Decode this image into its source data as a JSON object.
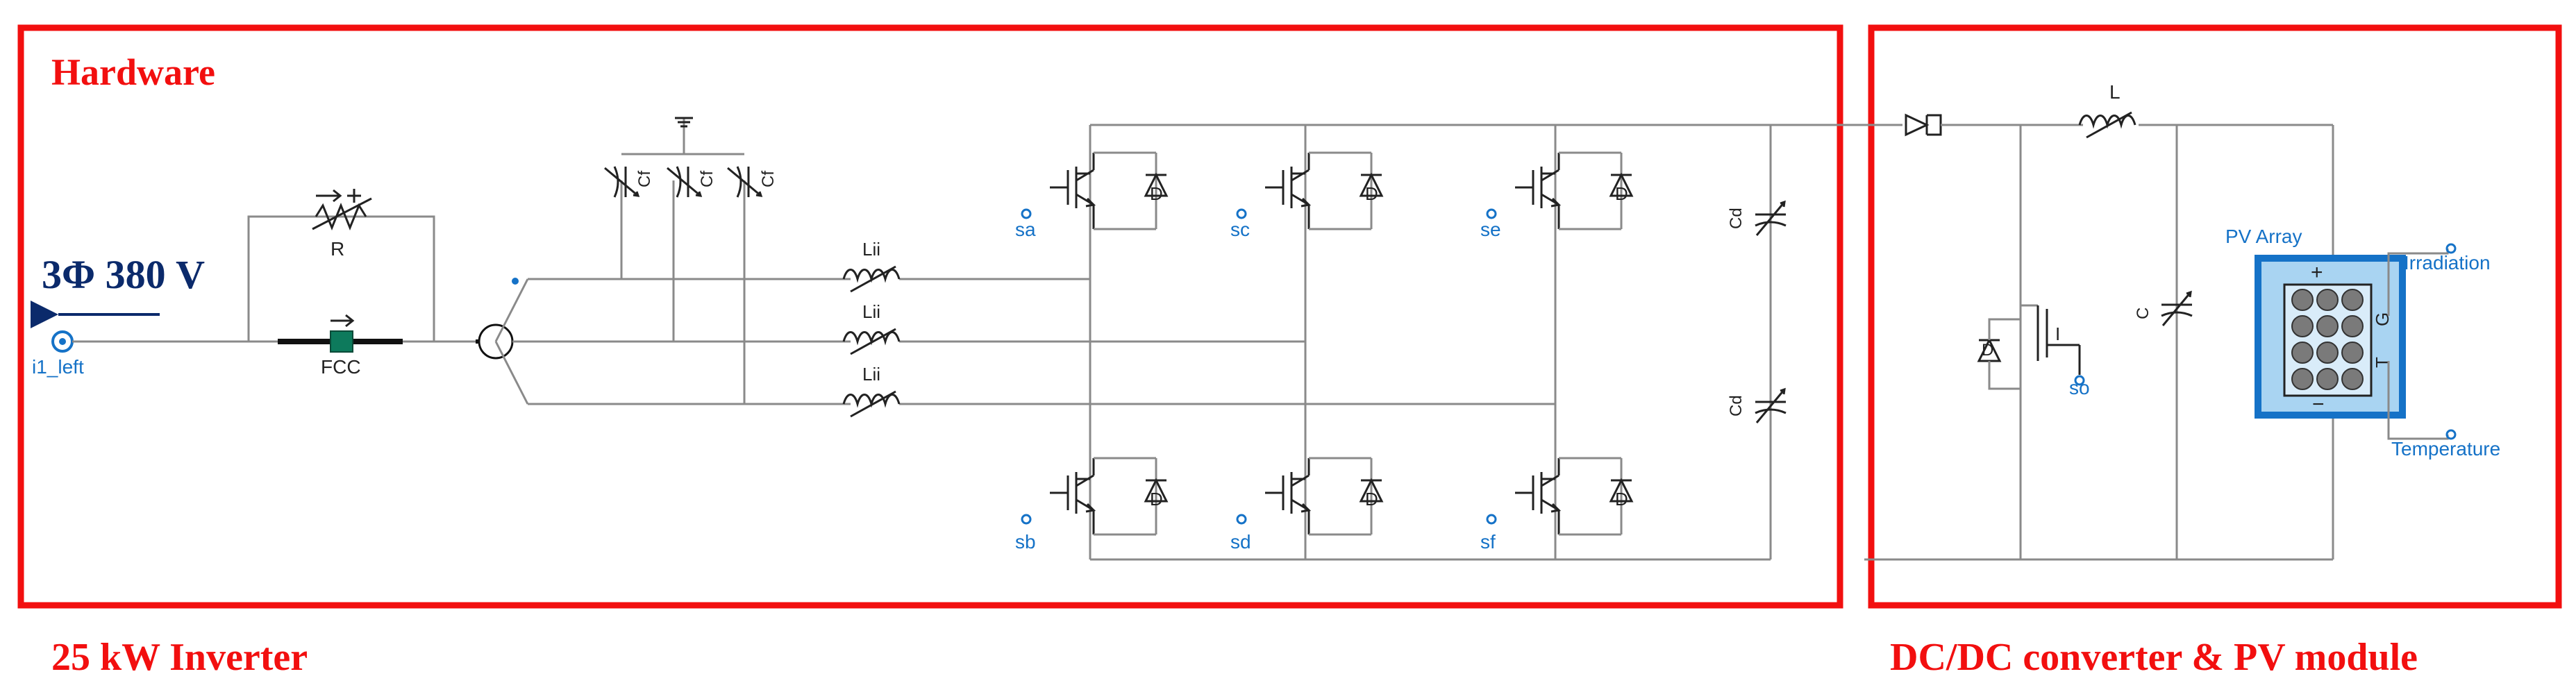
{
  "sections": {
    "hardware_label": "Hardware",
    "inverter_label": "25 kW Inverter",
    "dcdc_label": "DC/DC converter & PV module"
  },
  "source": {
    "voltage_label": "3Φ  380 V",
    "node_label": "i1_left"
  },
  "components": {
    "resistor": "R",
    "fcc": "FCC",
    "line_inductors": [
      "Lii",
      "Lii",
      "Lii"
    ],
    "filter_caps": [
      "Cf",
      "Cf",
      "Cf"
    ],
    "switch_gates_top": [
      "sa",
      "sc",
      "se"
    ],
    "switch_gates_bottom": [
      "sb",
      "sd",
      "sf"
    ],
    "diode_label": "D",
    "dc_link_caps": [
      "Cd",
      "Cd"
    ],
    "boost_inductor": "L",
    "boost_capacitor": "C",
    "boost_switch": "I",
    "boost_gate": "so",
    "pv_array": "PV Array",
    "pv_inputs": [
      "Irradiation",
      "Temperature"
    ],
    "pv_ports": [
      "G",
      "T"
    ]
  },
  "colors": {
    "frame": "#f20f0f",
    "label_blue": "#1572c7",
    "pv_fill": "#a9d4f2",
    "pv_border": "#1572c7"
  }
}
